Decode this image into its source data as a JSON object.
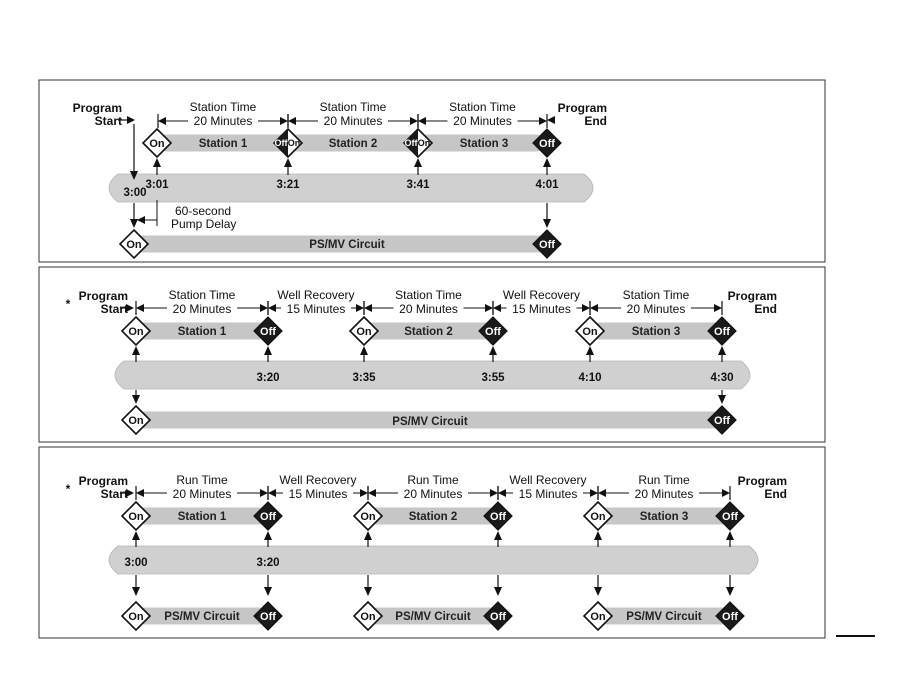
{
  "panels": [
    {
      "start": {
        "line1": "Program",
        "line2": "Start",
        "asterisk": false
      },
      "end": {
        "line1": "Program",
        "line2": "End"
      },
      "spans": [
        {
          "line1": "Station Time",
          "line2": "20 Minutes"
        },
        {
          "line1": "Station Time",
          "line2": "20 Minutes"
        },
        {
          "line1": "Station Time",
          "line2": "20 Minutes"
        }
      ],
      "stations": [
        "Station 1",
        "Station 2",
        "Station 3"
      ],
      "times": [
        "3:00",
        "3:01",
        "3:21",
        "3:41",
        "4:01"
      ],
      "pump_delay": {
        "line1": "60-second",
        "line2": "Pump  Delay"
      },
      "circuit": "PS/MV Circuit",
      "on": "On",
      "off": "Off"
    },
    {
      "start": {
        "line1": "Program",
        "line2": "Start",
        "asterisk": true
      },
      "end": {
        "line1": "Program",
        "line2": "End"
      },
      "spans": [
        {
          "line1": "Station Time",
          "line2": "20 Minutes"
        },
        {
          "line1": "Well Recovery",
          "line2": "15 Minutes"
        },
        {
          "line1": "Station Time",
          "line2": "20 Minutes"
        },
        {
          "line1": "Well Recovery",
          "line2": "15 Minutes"
        },
        {
          "line1": "Station Time",
          "line2": "20 Minutes"
        }
      ],
      "stations": [
        "Station 1",
        "Station 2",
        "Station 3"
      ],
      "times": [
        "3:20",
        "3:35",
        "3:55",
        "4:10",
        "4:30"
      ],
      "circuit": "PS/MV Circuit",
      "on": "On",
      "off": "Off"
    },
    {
      "start": {
        "line1": "Program",
        "line2": "Start",
        "asterisk": true
      },
      "end": {
        "line1": "Program",
        "line2": "End"
      },
      "spans": [
        {
          "line1": "Run Time",
          "line2": "20 Minutes"
        },
        {
          "line1": "Well Recovery",
          "line2": "15 Minutes"
        },
        {
          "line1": "Run Time",
          "line2": "20 Minutes"
        },
        {
          "line1": "Well Recovery",
          "line2": "15 Minutes"
        },
        {
          "line1": "Run Time",
          "line2": "20 Minutes"
        }
      ],
      "stations": [
        "Station 1",
        "Station 2",
        "Station 3"
      ],
      "times": [
        "3:00",
        "3:20"
      ],
      "circuit": "PS/MV Circuit",
      "on": "On",
      "off": "Off"
    }
  ],
  "colors": {
    "pipe": "#d0d0d0",
    "bar": "#c6c6c6",
    "ink": "#111111",
    "off_fill": "#1a1a1a"
  }
}
